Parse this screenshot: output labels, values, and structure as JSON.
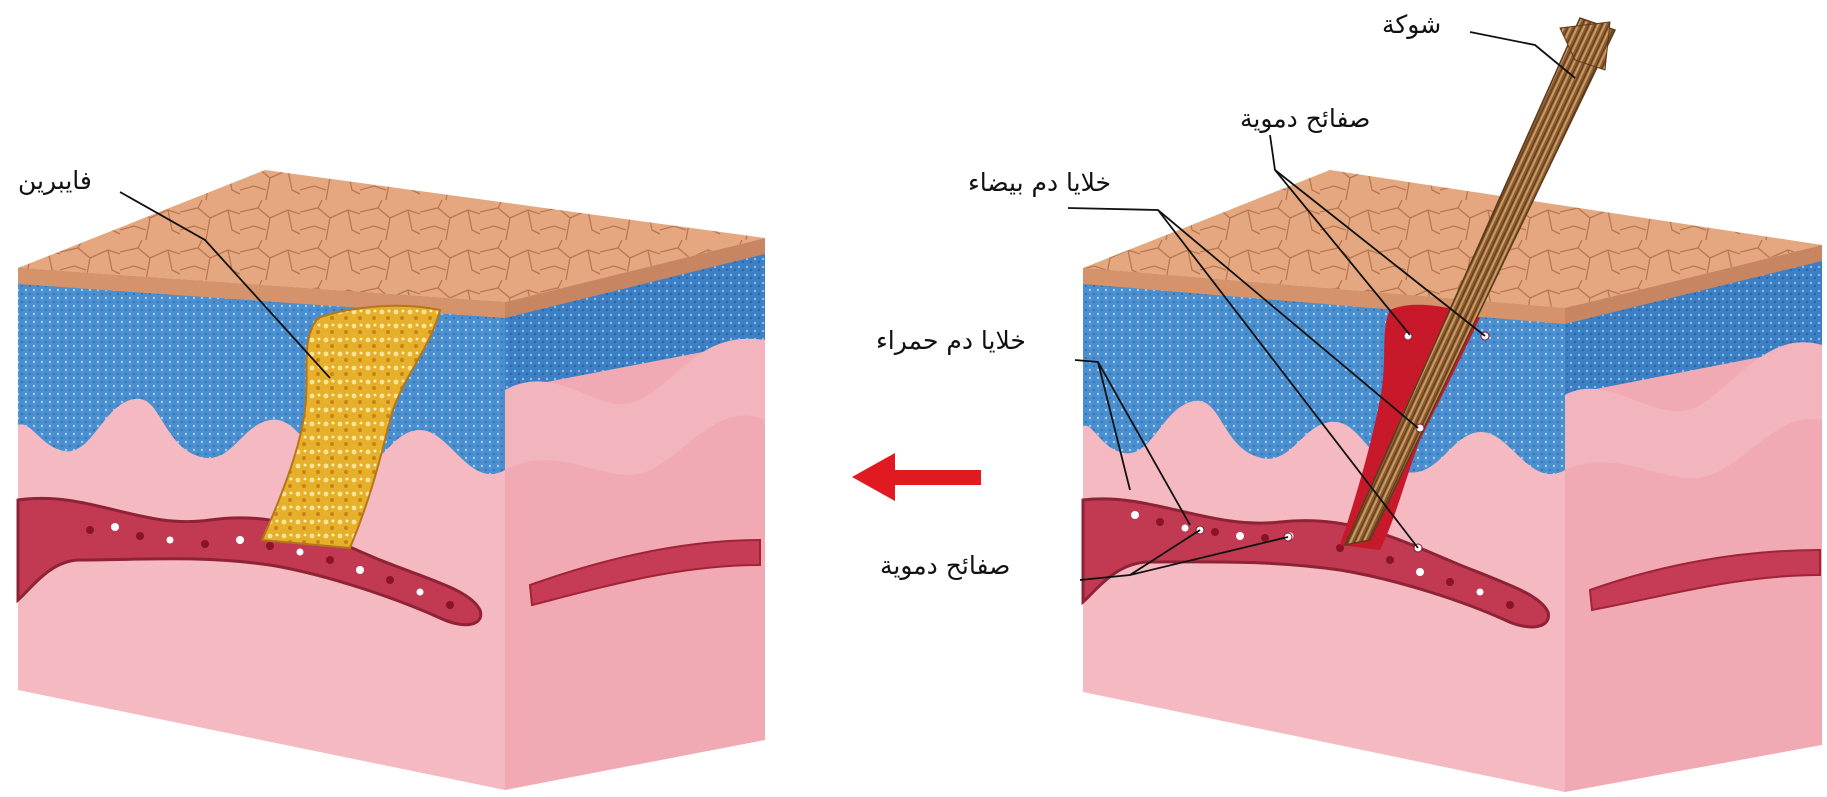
{
  "labels": {
    "fibrin": "فايبرين",
    "thorn": "شوكة",
    "platelets_top": "صفائح دموية",
    "white_blood_cells": "خلايا دم بيضاء",
    "red_blood_cells": "خلايا دم حمراء",
    "platelets_bottom": "صفائح دموية"
  },
  "colors": {
    "arrow": "#e11a22",
    "epidermis_top": "#e2a57c",
    "dermis_blue": "#3f86c9",
    "subcutaneous_pink": "#f3b3bd",
    "vessel": "#b33044",
    "fibrin_yellow": "#e8b52a",
    "thorn_brown": "#8a5a2e"
  }
}
